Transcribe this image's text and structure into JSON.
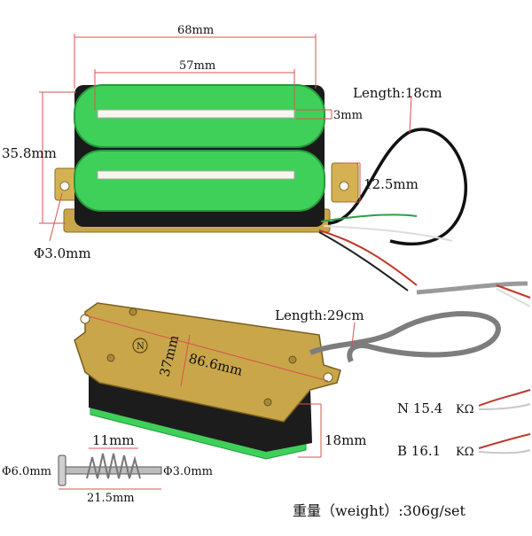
{
  "colors": {
    "rail_green": "#3fd05a",
    "bobbin_black": "#1a1a1a",
    "baseplate_gold": "#c9a64a",
    "dimension_line": "#d9534f",
    "wire_black": "#111111",
    "wire_gray": "#7d7d7d"
  },
  "top_pickup": {
    "labels": {
      "width_68": "68mm",
      "rail_57": "57mm",
      "rail_gap": "3mm",
      "height_35_8": "35.8mm",
      "ear_12_5": "12.5mm",
      "hole_phi": "Φ3.0mm",
      "lead_length": "Length:18cm"
    }
  },
  "bottom_pickup": {
    "labels": {
      "plate_86_6": "86.6mm",
      "plate_37": "37mm",
      "depth_18": "18mm",
      "lead_length": "Length:29cm"
    }
  },
  "screw": {
    "labels": {
      "length_11": "11mm",
      "length_21_5": "21.5mm",
      "head_phi": "Φ6.0mm",
      "shaft_phi": "Φ3.0mm"
    }
  },
  "resistance": [
    {
      "label": "N 15.4",
      "unit": "KΩ"
    },
    {
      "label": "B 16.1",
      "unit": "KΩ"
    }
  ],
  "weight_line": "重量（weight）:306g/set"
}
